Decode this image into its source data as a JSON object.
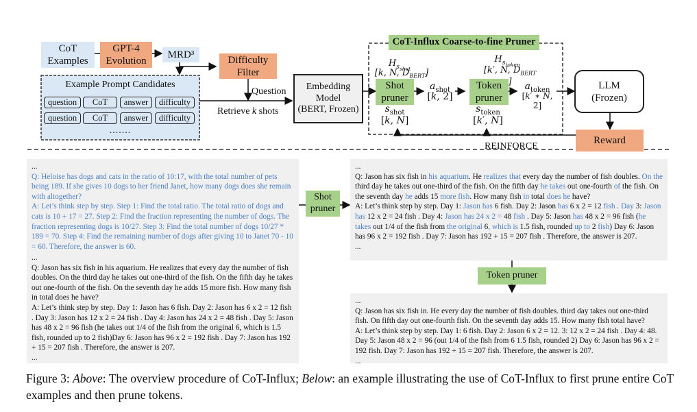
{
  "diagram": {
    "cot_examples": "CoT\nExamples",
    "gpt4_evolution": "GPT-4\nEvolution",
    "mrd3": "MRD³",
    "difficulty_filter": "Difficulty\nFilter",
    "candidates_title": "Example Prompt Candidates",
    "candidate_rows": [
      [
        "question",
        "CoT",
        "answer",
        "difficulty"
      ],
      [
        "question",
        "CoT",
        "answer",
        "difficulty"
      ]
    ],
    "candidates_ellipsis": ".......",
    "question_label": "Question",
    "retrieve_label": "Retrieve k shots",
    "embedding_model": "Embedding\nModel\n(BERT, Frozen)",
    "pruner_title": "CoT-Influx Coarse-to-fine Pruner",
    "h_shot": "H_s_shot",
    "h_shot_dim": "[k, N, D_BERT]",
    "h_token": "H_s_token",
    "h_token_dim": "[k', N, D_BERT]",
    "shot_pruner": "Shot\npruner",
    "token_pruner": "Token\npruner",
    "a_shot": "a_shot",
    "a_shot_dim": "[k, 2]",
    "a_token": "a_token",
    "a_token_dim": "[k' * N, 2]",
    "s_shot": "s_shot",
    "s_shot_dim": "[k, N]",
    "s_token": "s_token",
    "s_token_dim": "[k', N]",
    "llm": "LLM\n(Frozen)",
    "reward": "Reward",
    "reinforce": "REINFORCE"
  },
  "example": {
    "shot_pruner_label": "Shot\npruner",
    "token_pruner_label": "Token pruner",
    "ellipsis": "...",
    "left_panel": {
      "q1": "Q: Heloise has dogs and cats in the ratio of 10:17, with the total number of pets being 189. If she gives 10 dogs to her friend Janet, how many dogs does she remain with altogether?",
      "a1": "A: Let’s think step by step. Step 1: Find the total ratio. The total ratio of dogs and cats is 10 + 17 = 27. Step 2: Find the fraction representing the number of dogs. The fraction representing dogs is 10/27. Step 3: Find the total number of dogs 10/27 * 189 = 70. Step 4: Find the remaining number of dogs after giving 10 to Janet 70 - 10 = 60. Therefore, the answer is 60.",
      "q2": "Q: Jason has six fish in his aquarium. He realizes that every day the number of fish doubles. On the third day he takes out one-third of the fish. On the fifth day he takes out one-fourth of the fish. On the seventh day he adds 15 more fish. How many fish in total does he have?",
      "a2": "A: Let’s think step by step. Day 1: Jason has 6 fish. Day 2: Jason has 6 x 2 = 12 fish . Day 3: Jason has 12 x 2 = 24 fish . Day 4: Jason has 24 x 2 = 48 fish . Day 5: Jason has 48 x 2 = 96 fish (he takes out 1/4 of the fish from the original 6, which is 1.5 fish, rounded up to 2 fish)Day 6: Jason has 96 x 2 = 192 fish . Day 7: Jason has 192 + 15 = 207 fish . Therefore, the answer is 207."
    },
    "right_top_panel": {
      "segments": [
        [
          "Q: Jason has six fish in ",
          0
        ],
        [
          "his aquarium",
          1
        ],
        [
          ". He ",
          0
        ],
        [
          "realizes that",
          1
        ],
        [
          " every day the number of fish doubles. ",
          0
        ],
        [
          "On the",
          1
        ],
        [
          " third day he takes out one-third of the fish. On the fifth day ",
          0
        ],
        [
          "he takes",
          1
        ],
        [
          " out one-fourth ",
          0
        ],
        [
          "of",
          1
        ],
        [
          " the fish. On the seventh day ",
          0
        ],
        [
          "he",
          1
        ],
        [
          " adds 15 ",
          0
        ],
        [
          "more fish",
          1
        ],
        [
          ". How many fish ",
          0
        ],
        [
          "in",
          1
        ],
        [
          " total ",
          0
        ],
        [
          "does he",
          1
        ],
        [
          " have?",
          0
        ],
        [
          "\nA: Let’s think step by step. Day 1: ",
          0
        ],
        [
          "Jason has",
          1
        ],
        [
          " 6 fish. Day 2: Jason ",
          0
        ],
        [
          "has",
          1
        ],
        [
          " 6 x 2 = 12 ",
          0
        ],
        [
          "fish",
          1
        ],
        [
          " . ",
          0
        ],
        [
          "Day",
          1
        ],
        [
          " 3: ",
          0
        ],
        [
          "Jason has",
          1
        ],
        [
          " 12 x 2 = 24 fish . Day 4: ",
          0
        ],
        [
          "Jason has 24 x 2 =",
          1
        ],
        [
          " 48 ",
          0
        ],
        [
          "fish",
          1
        ],
        [
          " . Day 5: Jason ",
          0
        ],
        [
          "has",
          1
        ],
        [
          " 48 x 2 = 96 fish (",
          0
        ],
        [
          "he takes",
          1
        ],
        [
          " out 1/4 of the fish from ",
          0
        ],
        [
          "the original",
          1
        ],
        [
          " 6",
          0
        ],
        [
          ", which is",
          1
        ],
        [
          " 1.5 fish, rounded ",
          0
        ],
        [
          "up to",
          1
        ],
        [
          " 2 ",
          0
        ],
        [
          "fish",
          1
        ],
        [
          ")",
          0
        ],
        [
          " Day 6: Jason has 96 x 2 = 192 fish . Day 7: Jason has 192 + 15 = 207 fish . Therefore, the answer is 207.",
          0
        ]
      ]
    },
    "right_bottom_panel": {
      "q": "Q: Jason has six fish in. He every day the number of fish doubles. third day takes out one-third fish. On fifth day out one-fourth fish. On the seventh day adds 15. How many fish total have?",
      "a": "A: Let’s think step by step. Day 1: 6 fish. Day 2: Jason 6 x 2 = 12. 3: 12 x 2 = 24 fish . Day 4: 48. Day 5: Jason 48 x 2 = 96 (out 1/4 of the fish from 6 1.5 fish, rounded 2) Day 6: Jason has 96 x 2 = 192 fish. Day 7: Jason has 192 + 15 = 207 fish. Therefore, the answer is 207."
    }
  },
  "caption": {
    "prefix": "Figure 3: ",
    "above": "Above",
    "mid": ": The overview procedure of CoT-Influx; ",
    "below": "Below",
    "rest": ": an example illustrating the use of CoT-Influx to first prune entire CoT examples and then prune tokens."
  },
  "colors": {
    "blue_box": "#dae8f6",
    "orange_box": "#f0a880",
    "green_box": "#a7d08a",
    "panel_gray": "#f0f0f0",
    "highlight_text": "#4a7fc4"
  }
}
